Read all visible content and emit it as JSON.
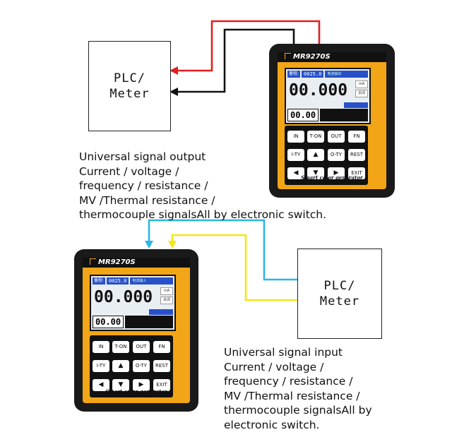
{
  "top": {
    "box_label": "PLC/\nMeter",
    "caption": "Universal signal output\nCurrent / voltage /\nfrequency / resistance /\nMV /Thermal resistance /\nthermocouple signalsAll by electronic switch.",
    "wire_colors": [
      "#e01f1f",
      "#111111"
    ]
  },
  "bottom": {
    "box_label": "PLC/\nMeter",
    "caption": "Universal signal input\nCurrent / voltage /\nfrequency / resistance /\nMV /Thermal resistance /\nthermocouple signalsAll by\nelectronic switch.",
    "wire_colors": [
      "#2bb6e6",
      "#f5e616"
    ]
  },
  "device": {
    "model": "MR9270S",
    "screen_tag": "量程:",
    "screen_setpoint": "0025.0",
    "screen_mode_top": "电流输出",
    "screen_mode_bottom": "电流输入",
    "screen_main_top": "00.000",
    "screen_main_bottom": "00.000",
    "screen_unit": "mA",
    "screen_aux1": "关闭",
    "screen_secondary": "00.00",
    "brand": "Smart color generator",
    "keys_row1": [
      "IN",
      "T-ON",
      "OUT",
      "FN"
    ],
    "keys_row2": [
      "I-TY",
      "▲",
      "O-TY",
      "REST"
    ],
    "keys_row3": [
      "◀",
      "▼",
      "▶",
      "EXIT"
    ],
    "accent_color": "#f2a516"
  }
}
